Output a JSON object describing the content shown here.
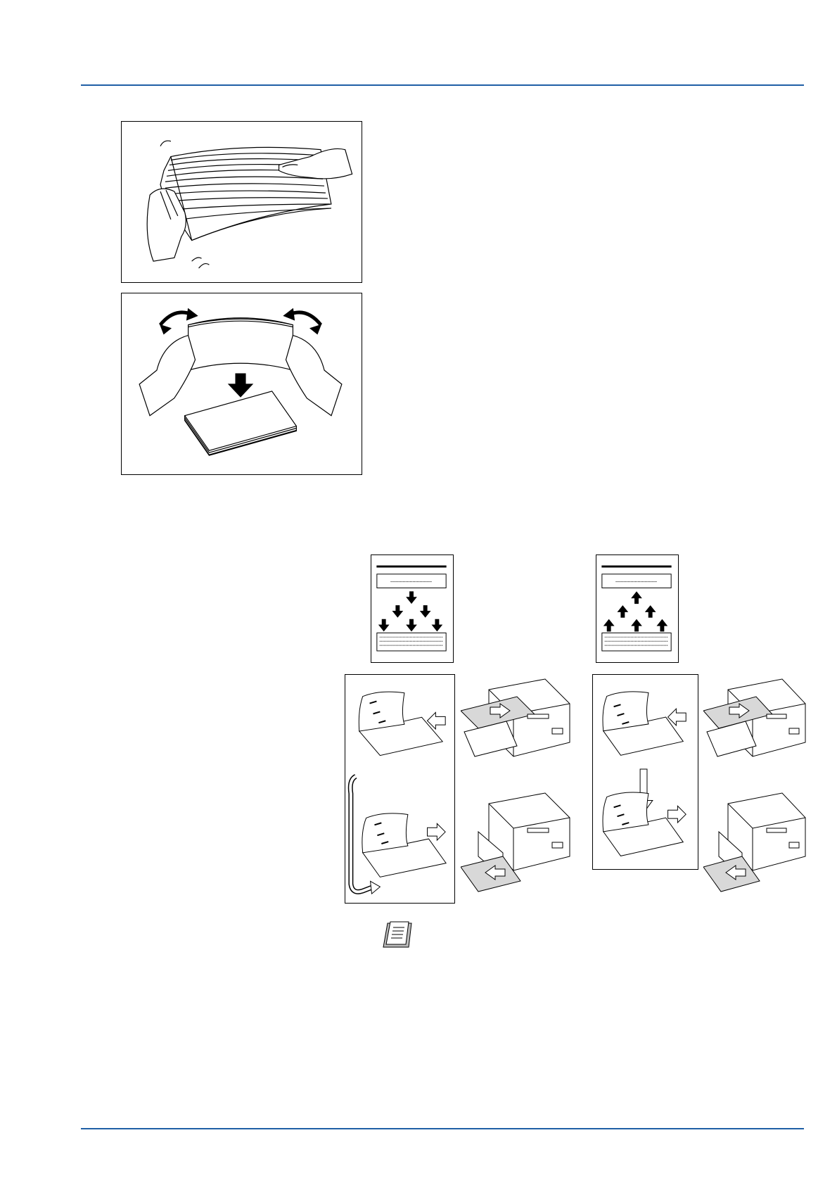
{
  "page": {
    "accent_color": "#1f5fa6",
    "illustrations": [
      "fan-paper-stack-illustration",
      "tap-paper-stack-illustration",
      "paper-curl-down-diagram",
      "paper-curl-up-diagram",
      "load-curled-down-paper-diagram",
      "load-curled-up-paper-diagram"
    ],
    "icons": [
      "note-icon"
    ]
  }
}
